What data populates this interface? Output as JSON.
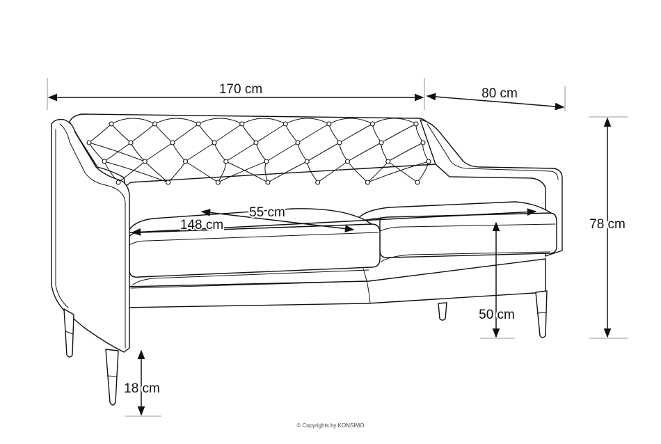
{
  "dimensions": {
    "width": "170 cm",
    "depth": "80 cm",
    "height": "78 cm",
    "seat_depth": "55 cm",
    "seat_width": "148 cm",
    "seat_height": "50 cm",
    "leg_height": "18 cm"
  },
  "footer": {
    "copyright": "© Copyrights by KONSIMO."
  }
}
